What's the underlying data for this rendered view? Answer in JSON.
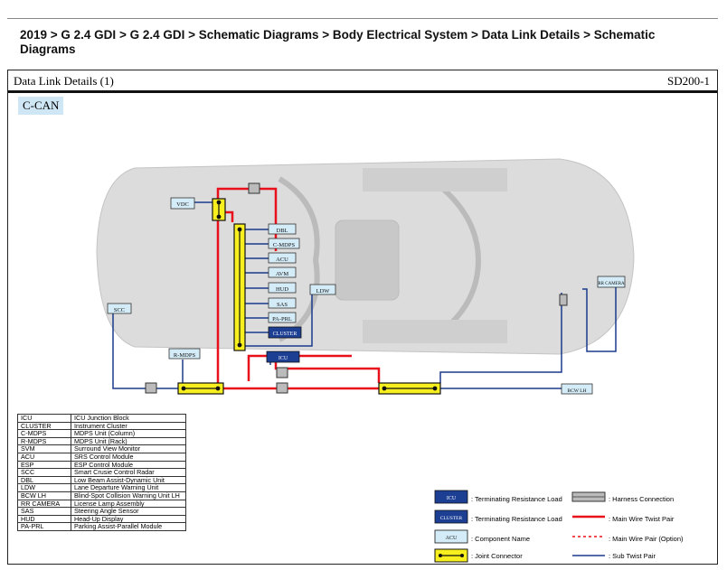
{
  "breadcrumb": "2019 > G 2.4 GDI > G 2.4 GDI > Schematic Diagrams > Body Electrical System > Data Link Details > Schematic Diagrams",
  "header": {
    "title": "Data Link Details (1)",
    "code": "SD200-1"
  },
  "network_label": "C-CAN",
  "components": {
    "vdc": "VDC",
    "dbl": "DBL",
    "cmdps": "C-MDPS",
    "acu": "ACU",
    "avm": "AVM",
    "hud": "HUD",
    "sas": "SAS",
    "paprl": "PA-PRL",
    "cluster": "CLUSTER",
    "ldw": "LDW",
    "scc": "SCC",
    "rmdps": "R-MDPS",
    "icu": "ICU",
    "rrcamera": "RR CAMERA",
    "bcwlh": "BCW LH"
  },
  "abbreviations": [
    {
      "abbr": "ICU",
      "full": "ICU Junction Block"
    },
    {
      "abbr": "CLUSTER",
      "full": "Instrument Cluster"
    },
    {
      "abbr": "C-MDPS",
      "full": "MDPS Unit (Column)"
    },
    {
      "abbr": "R-MDPS",
      "full": "MDPS Unit (Rack)"
    },
    {
      "abbr": "SVM",
      "full": "Surround View Monitor"
    },
    {
      "abbr": "ACU",
      "full": "SRS Control Module"
    },
    {
      "abbr": "ESP",
      "full": "ESP Control Module"
    },
    {
      "abbr": "SCC",
      "full": "Smart Crusie Control Radar"
    },
    {
      "abbr": "DBL",
      "full": "Low Beam Assist-Dynamic Unit"
    },
    {
      "abbr": "LDW",
      "full": "Lane Departure Warning Unit"
    },
    {
      "abbr": "BCW LH",
      "full": "Blind-Spot Collision Warning Unit LH"
    },
    {
      "abbr": "RR CAMERA",
      "full": "License Lamp Assembly"
    },
    {
      "abbr": "SAS",
      "full": "Steering Angle Sensor"
    },
    {
      "abbr": "HUD",
      "full": "Head-Up Display"
    },
    {
      "abbr": "PA-PRL",
      "full": "Parking Assist-Parallel Module"
    }
  ],
  "key": {
    "terminating_load": ": Terminating Resistance Load",
    "component_name": ": Component Name",
    "joint_connector": ": Joint Connector",
    "harness_connection": ": Harness Connection",
    "main_twist": ": Main Wire Twist Pair",
    "main_option": ": Main Wire Pair (Option)",
    "sub_twist": ": Sub Twist Pair",
    "sample_icu": "ICU",
    "sample_cluster": "CLUSTER",
    "sample_acu": "ACU"
  },
  "colors": {
    "main_wire": "#e8101a",
    "sub_wire": "#1a3a8c",
    "terminating": "#1c3f94",
    "component": "#d4ecf7",
    "joint": "#f7ef1e"
  }
}
